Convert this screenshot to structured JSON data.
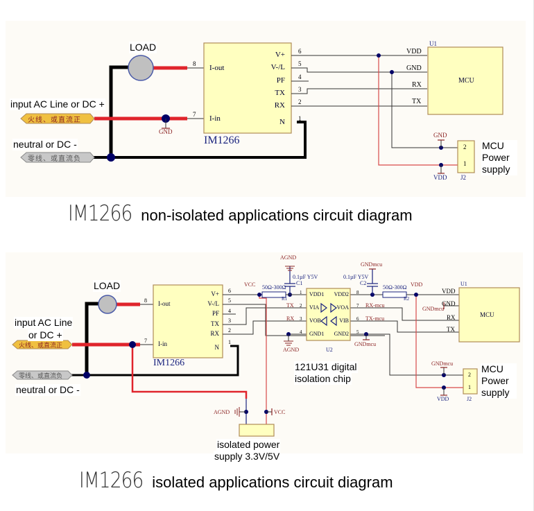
{
  "colors": {
    "chip_fill": "#ffffc0",
    "chip_stroke": "#b08b58",
    "wire": "#333333",
    "power_wire": "#d84a4a",
    "thick_red": "#e0242c",
    "thick_black": "#000000",
    "junction": "#000066",
    "pin_label": "#000033",
    "net_label_red": "#8b2323",
    "net_label_blue": "#1a237e",
    "load_fill": "#c0c0c0",
    "load_stroke": "#4a5aa8",
    "tag_line": "#f0c040",
    "tag_neutral": "#c8c8c8"
  },
  "top_diagram": {
    "caption_part": "IM1266",
    "caption_text": "non-isolated applications circuit diagram",
    "load_label": "LOAD",
    "line_label": "input AC Line or DC +",
    "neutral_label": "neutral or DC -",
    "line_tag": "火线、或直流正",
    "neutral_tag": "零线、或直流负",
    "gnd_label": "GND",
    "chip": {
      "name": "IM1266",
      "left_pins": [
        {
          "num": "8",
          "name": "I-out"
        },
        {
          "num": "7",
          "name": "I-in"
        }
      ],
      "right_pins": [
        {
          "num": "6",
          "name": "V+"
        },
        {
          "num": "5",
          "name": "V-/L"
        },
        {
          "num": "4",
          "name": "PF"
        },
        {
          "num": "3",
          "name": "TX"
        },
        {
          "num": "2",
          "name": "RX"
        },
        {
          "num": "1",
          "name": "N"
        }
      ]
    },
    "mcu": {
      "ref": "U1",
      "name": "MCU",
      "pins": [
        "VDD",
        "GND",
        "RX",
        "TX"
      ]
    },
    "connector": {
      "ref": "J2",
      "pins": [
        "2",
        "1"
      ],
      "gnd_label": "GND",
      "vdd_label": "VDD",
      "annotation": "MCU Power supply"
    }
  },
  "bottom_diagram": {
    "caption_part": "IM1266",
    "caption_text": "isolated applications circuit diagram",
    "load_label": "LOAD",
    "line_label_1": "input AC Line",
    "line_label_2": "or DC +",
    "neutral_label": "neutral or DC -",
    "line_tag": "火线、或直流正",
    "neutral_tag": "零线、或直流负",
    "chip": {
      "name": "IM1266",
      "left_pins": [
        {
          "num": "8",
          "name": "I-out"
        },
        {
          "num": "7",
          "name": "I-in"
        }
      ],
      "right_pins": [
        {
          "num": "6",
          "name": "V+"
        },
        {
          "num": "5",
          "name": "V-/L"
        },
        {
          "num": "4",
          "name": "PF"
        },
        {
          "num": "3",
          "name": "TX"
        },
        {
          "num": "2",
          "name": "RX"
        },
        {
          "num": "1",
          "name": "N"
        }
      ]
    },
    "isolator": {
      "ref": "U2",
      "left_pins": [
        {
          "num": "1",
          "name": "VDD1"
        },
        {
          "num": "2",
          "name": "VIA",
          "net": "TX"
        },
        {
          "num": "3",
          "name": "VOB",
          "net": "RX"
        },
        {
          "num": "4",
          "name": "GND1"
        }
      ],
      "right_pins": [
        {
          "num": "8",
          "name": "VDD2"
        },
        {
          "num": "7",
          "name": "VOA",
          "net": "RX-mcu"
        },
        {
          "num": "6",
          "name": "VIB",
          "net": "TX-mcu"
        },
        {
          "num": "5",
          "name": "GND2"
        }
      ],
      "annotation_1": "121U31 digital",
      "annotation_2": "isolation chip"
    },
    "r1": {
      "ref": "R1",
      "value": "50Ω-300Ω"
    },
    "r2": {
      "ref": "R2",
      "value": "50Ω-300Ω"
    },
    "c1": {
      "ref": "C1",
      "value": "0.1µF Y5V"
    },
    "c2": {
      "ref": "C2",
      "value": "0.1µF Y5V"
    },
    "nets": {
      "vcc": "VCC",
      "vdd": "VDD",
      "agnd": "AGND",
      "gndmcu": "GNDmcu"
    },
    "mcu": {
      "ref": "U1",
      "name": "MCU",
      "pins": [
        "VDD",
        "GND",
        "RX",
        "TX"
      ]
    },
    "connector": {
      "ref": "J2",
      "pins": [
        "2",
        "1"
      ],
      "gnd_label": "GNDmcu",
      "vdd_label": "VDD",
      "annotation": "MCU Power supply"
    },
    "power_supply": {
      "annotation_1": "isolated power",
      "annotation_2": "supply  3.3V/5V",
      "agnd_label": "AGND",
      "vcc_label": "VCC"
    }
  }
}
